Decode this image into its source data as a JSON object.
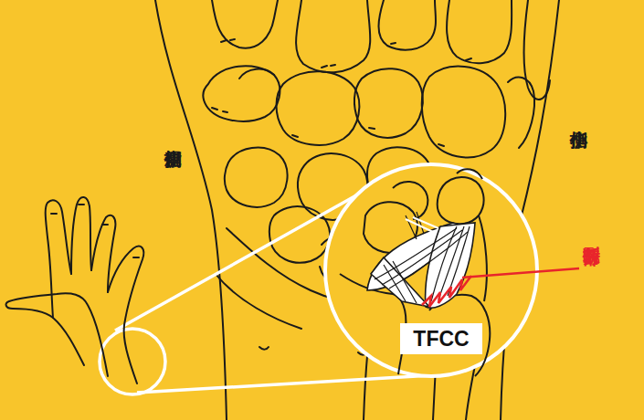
{
  "diagram": {
    "nodes": [
      {
        "text": [
          "TFCC"
        ]
      }
    ],
    "labels": [
      "親指側",
      "小指側",
      "断裂部分"
    ]
  }
}
